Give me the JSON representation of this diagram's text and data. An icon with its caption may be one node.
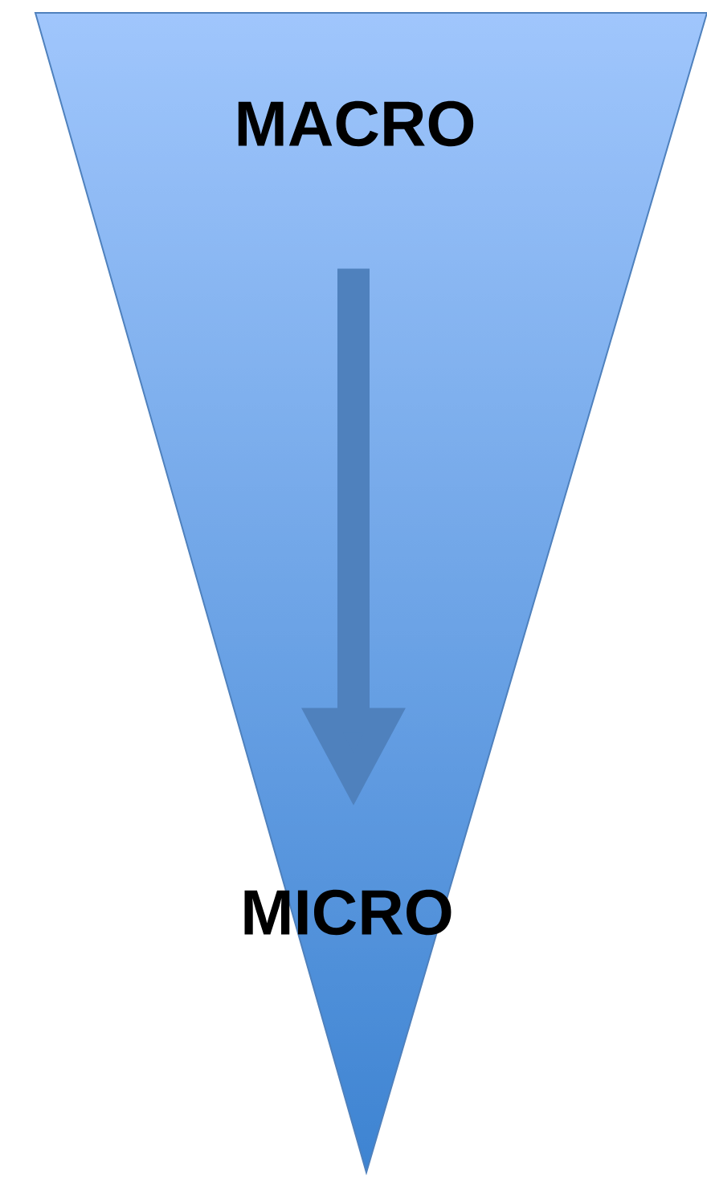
{
  "diagram": {
    "nodes": [
      {
        "text": [],
        "shape": "triangle"
      },
      {
        "text": [
          "MACRO"
        ],
        "in": 0
      },
      {
        "text": [
          "MICRO"
        ],
        "in": 0
      }
    ],
    "edges": [
      {
        "from": 1,
        "to": 2,
        "arrow": "to"
      }
    ]
  }
}
